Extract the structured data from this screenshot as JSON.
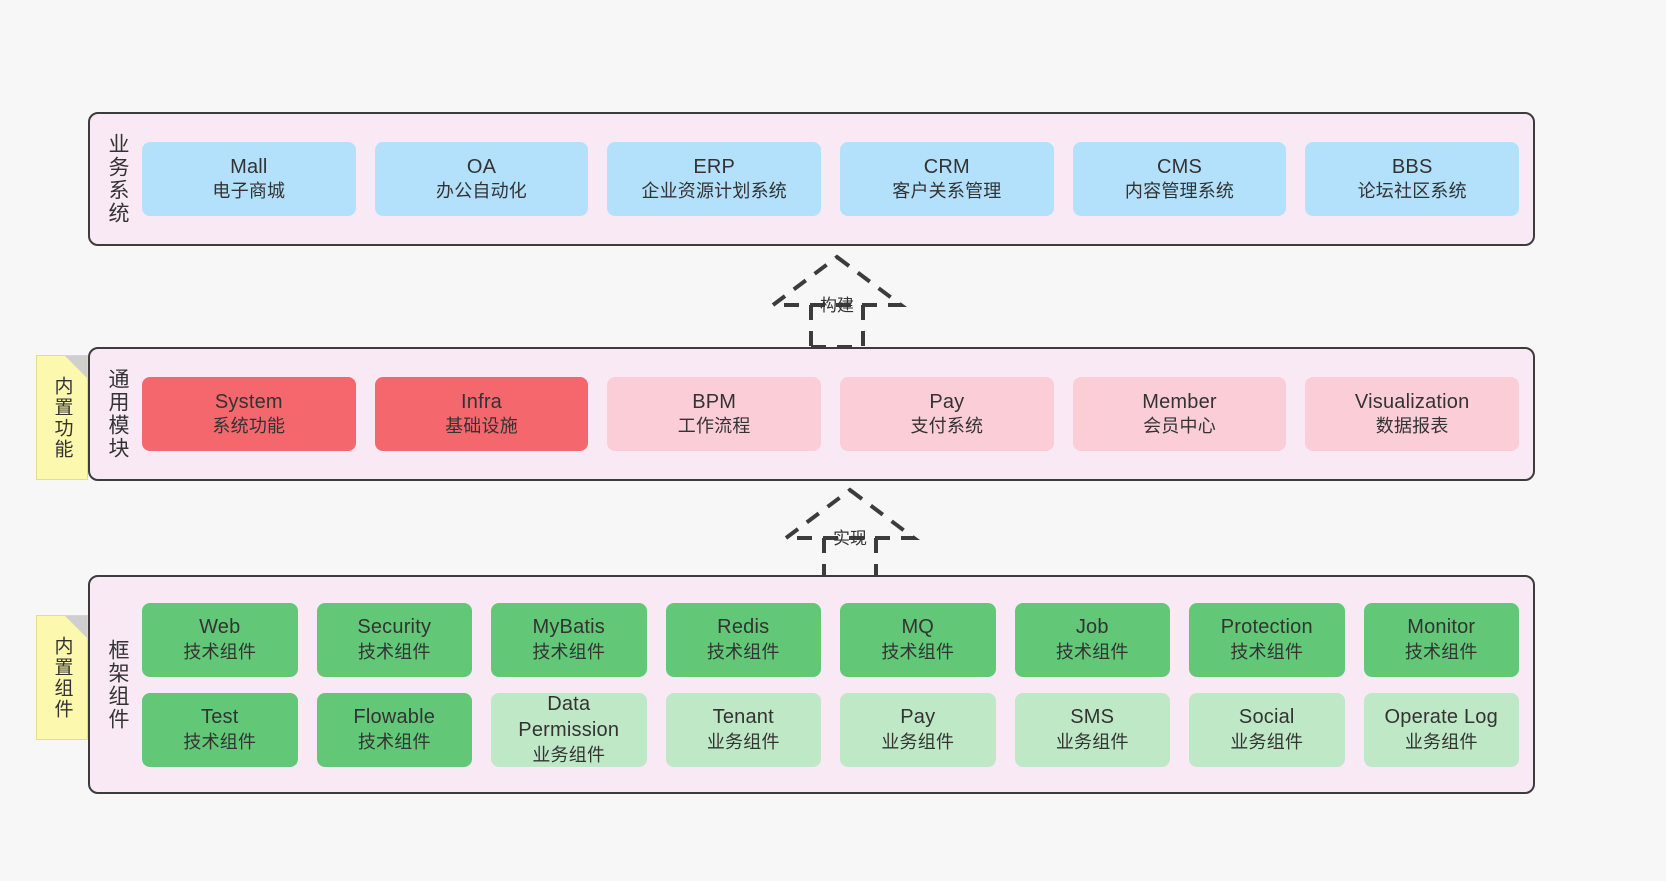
{
  "diagram": {
    "background_color": "#f7f7f7",
    "layer_fill": "#f9e9f4",
    "layer_border": "#3c3c3c",
    "sticky_color": "#fcf8ad"
  },
  "layers": [
    {
      "id": "business",
      "label": "业务系统",
      "rows": [
        {
          "cards": [
            {
              "title": "Mall",
              "subtitle": "电子商城",
              "color": "#b3e0fb",
              "variant": "c-blue"
            },
            {
              "title": "OA",
              "subtitle": "办公自动化",
              "color": "#b3e0fb",
              "variant": "c-blue"
            },
            {
              "title": "ERP",
              "subtitle": "企业资源计划系统",
              "color": "#b3e0fb",
              "variant": "c-blue"
            },
            {
              "title": "CRM",
              "subtitle": "客户关系管理",
              "color": "#b3e0fb",
              "variant": "c-blue"
            },
            {
              "title": "CMS",
              "subtitle": "内容管理系统",
              "color": "#b3e0fb",
              "variant": "c-blue"
            },
            {
              "title": "BBS",
              "subtitle": "论坛社区系统",
              "color": "#b3e0fb",
              "variant": "c-blue"
            }
          ]
        }
      ]
    },
    {
      "id": "common",
      "label": "通用模块",
      "sticky": "内置功能",
      "rows": [
        {
          "cards": [
            {
              "title": "System",
              "subtitle": "系统功能",
              "color": "#f4676d",
              "variant": "c-red"
            },
            {
              "title": "Infra",
              "subtitle": "基础设施",
              "color": "#f4676d",
              "variant": "c-red"
            },
            {
              "title": "BPM",
              "subtitle": "工作流程",
              "color": "#fbcdd7",
              "variant": "c-pink"
            },
            {
              "title": "Pay",
              "subtitle": "支付系统",
              "color": "#fbcdd7",
              "variant": "c-pink"
            },
            {
              "title": "Member",
              "subtitle": "会员中心",
              "color": "#fbcdd7",
              "variant": "c-pink"
            },
            {
              "title": "Visualization",
              "subtitle": "数据报表",
              "color": "#fbcdd7",
              "variant": "c-pink"
            }
          ]
        }
      ]
    },
    {
      "id": "framework",
      "label": "框架组件",
      "sticky": "内置组件",
      "rows": [
        {
          "cards": [
            {
              "title": "Web",
              "subtitle": "技术组件",
              "color": "#62c878",
              "variant": "c-green"
            },
            {
              "title": "Security",
              "subtitle": "技术组件",
              "color": "#62c878",
              "variant": "c-green"
            },
            {
              "title": "MyBatis",
              "subtitle": "技术组件",
              "color": "#62c878",
              "variant": "c-green"
            },
            {
              "title": "Redis",
              "subtitle": "技术组件",
              "color": "#62c878",
              "variant": "c-green"
            },
            {
              "title": "MQ",
              "subtitle": "技术组件",
              "color": "#62c878",
              "variant": "c-green"
            },
            {
              "title": "Job",
              "subtitle": "技术组件",
              "color": "#62c878",
              "variant": "c-green"
            },
            {
              "title": "Protection",
              "subtitle": "技术组件",
              "color": "#62c878",
              "variant": "c-green"
            },
            {
              "title": "Monitor",
              "subtitle": "技术组件",
              "color": "#62c878",
              "variant": "c-green"
            }
          ]
        },
        {
          "cards": [
            {
              "title": "Test",
              "subtitle": "技术组件",
              "color": "#62c878",
              "variant": "c-green"
            },
            {
              "title": "Flowable",
              "subtitle": "技术组件",
              "color": "#62c878",
              "variant": "c-green"
            },
            {
              "title": "Data Permission",
              "subtitle": "业务组件",
              "color": "#bfe8c6",
              "variant": "c-lightgreen"
            },
            {
              "title": "Tenant",
              "subtitle": "业务组件",
              "color": "#bfe8c6",
              "variant": "c-lightgreen"
            },
            {
              "title": "Pay",
              "subtitle": "业务组件",
              "color": "#bfe8c6",
              "variant": "c-lightgreen"
            },
            {
              "title": "SMS",
              "subtitle": "业务组件",
              "color": "#bfe8c6",
              "variant": "c-lightgreen"
            },
            {
              "title": "Social",
              "subtitle": "业务组件",
              "color": "#bfe8c6",
              "variant": "c-lightgreen"
            },
            {
              "title": "Operate Log",
              "subtitle": "业务组件",
              "color": "#bfe8c6",
              "variant": "c-lightgreen"
            }
          ]
        }
      ]
    }
  ],
  "connectors": [
    {
      "id": "build",
      "label": "构建",
      "style": "dashed-hollow-triangle",
      "direction": "up",
      "from": "通用模块",
      "to": "业务系统"
    },
    {
      "id": "impl",
      "label": "实现",
      "style": "dashed-hollow-triangle",
      "direction": "up",
      "from": "框架组件",
      "to": "通用模块"
    }
  ]
}
